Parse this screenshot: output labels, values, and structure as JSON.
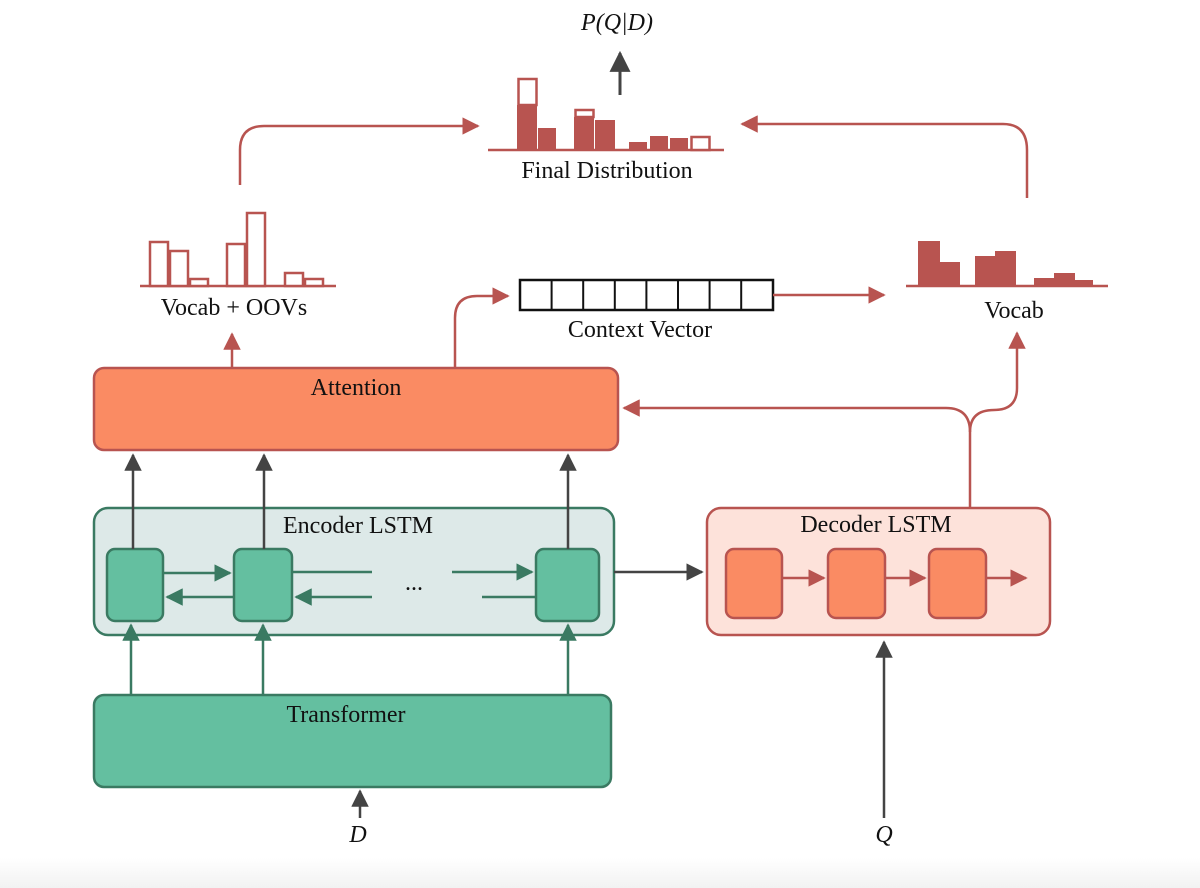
{
  "diagram": {
    "output_label": "P(Q|D)",
    "final_distribution_label": "Final Distribution",
    "vocab_oov_label": "Vocab + OOVs",
    "context_vector_label": "Context Vector",
    "vocab_label": "Vocab",
    "attention_label": "Attention",
    "encoder_label": "Encoder LSTM",
    "decoder_label": "Decoder LSTM",
    "ellipsis": "...",
    "transformer_label": "Transformer",
    "input_d_label": "D",
    "input_q_label": "Q"
  },
  "colors": {
    "red_line": "#b85450",
    "bar_fill": "#b85450",
    "attention_fill": "#fa8b63",
    "decoder_fill": "#fde2da",
    "encoder_fill": "#dde9e8",
    "green": "#64bfa0",
    "green_stroke": "#3a7a62",
    "dark_arrow": "#444444"
  }
}
